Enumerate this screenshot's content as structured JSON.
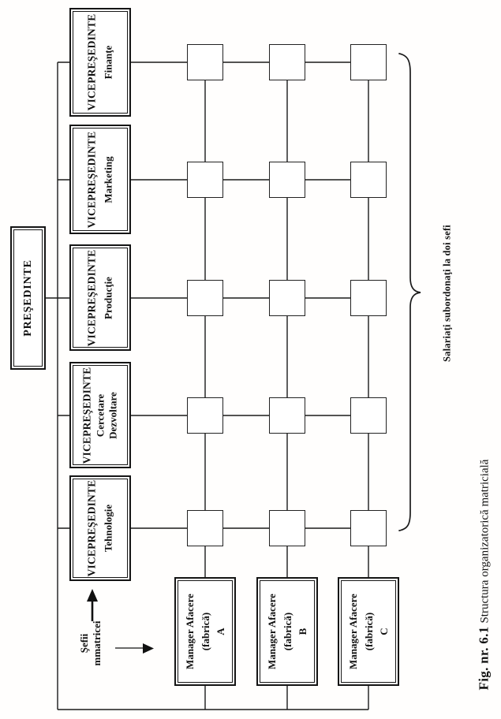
{
  "colors": {
    "ink": "#1a1a1a",
    "paper": "#ffffff"
  },
  "president": {
    "label": "PREŞEDINTE"
  },
  "vps": [
    {
      "title": "VICEPREŞEDINTE",
      "dept": "Finanţe"
    },
    {
      "title": "VICEPREŞEDINTE",
      "dept": "Marketing"
    },
    {
      "title": "VICEPREŞEDINTE",
      "dept": "Producţie"
    },
    {
      "title": "VICEPREŞEDINTE",
      "dept": "Cercetare",
      "dept2": "Dezvoltare"
    },
    {
      "title": "VICEPREŞEDINTE",
      "dept": "Tehnologie"
    }
  ],
  "managers": [
    {
      "l1": "Manager Afacere",
      "l2": "(fabrică)",
      "l3": "A"
    },
    {
      "l1": "Manager Afacere",
      "l2": "(fabrică)",
      "l3": "B"
    },
    {
      "l1": "Manager Afacere",
      "l2": "(fabrică)",
      "l3": "C"
    }
  ],
  "labels": {
    "matrix_bosses_l1": "Şefii",
    "matrix_bosses_l2": "mmatricei",
    "brace": "Salariaţi subordonaţi la doi sefi",
    "caption_bold": "Fig. nr. 6.1",
    "caption_text": "Structura organizatorică matricială"
  }
}
